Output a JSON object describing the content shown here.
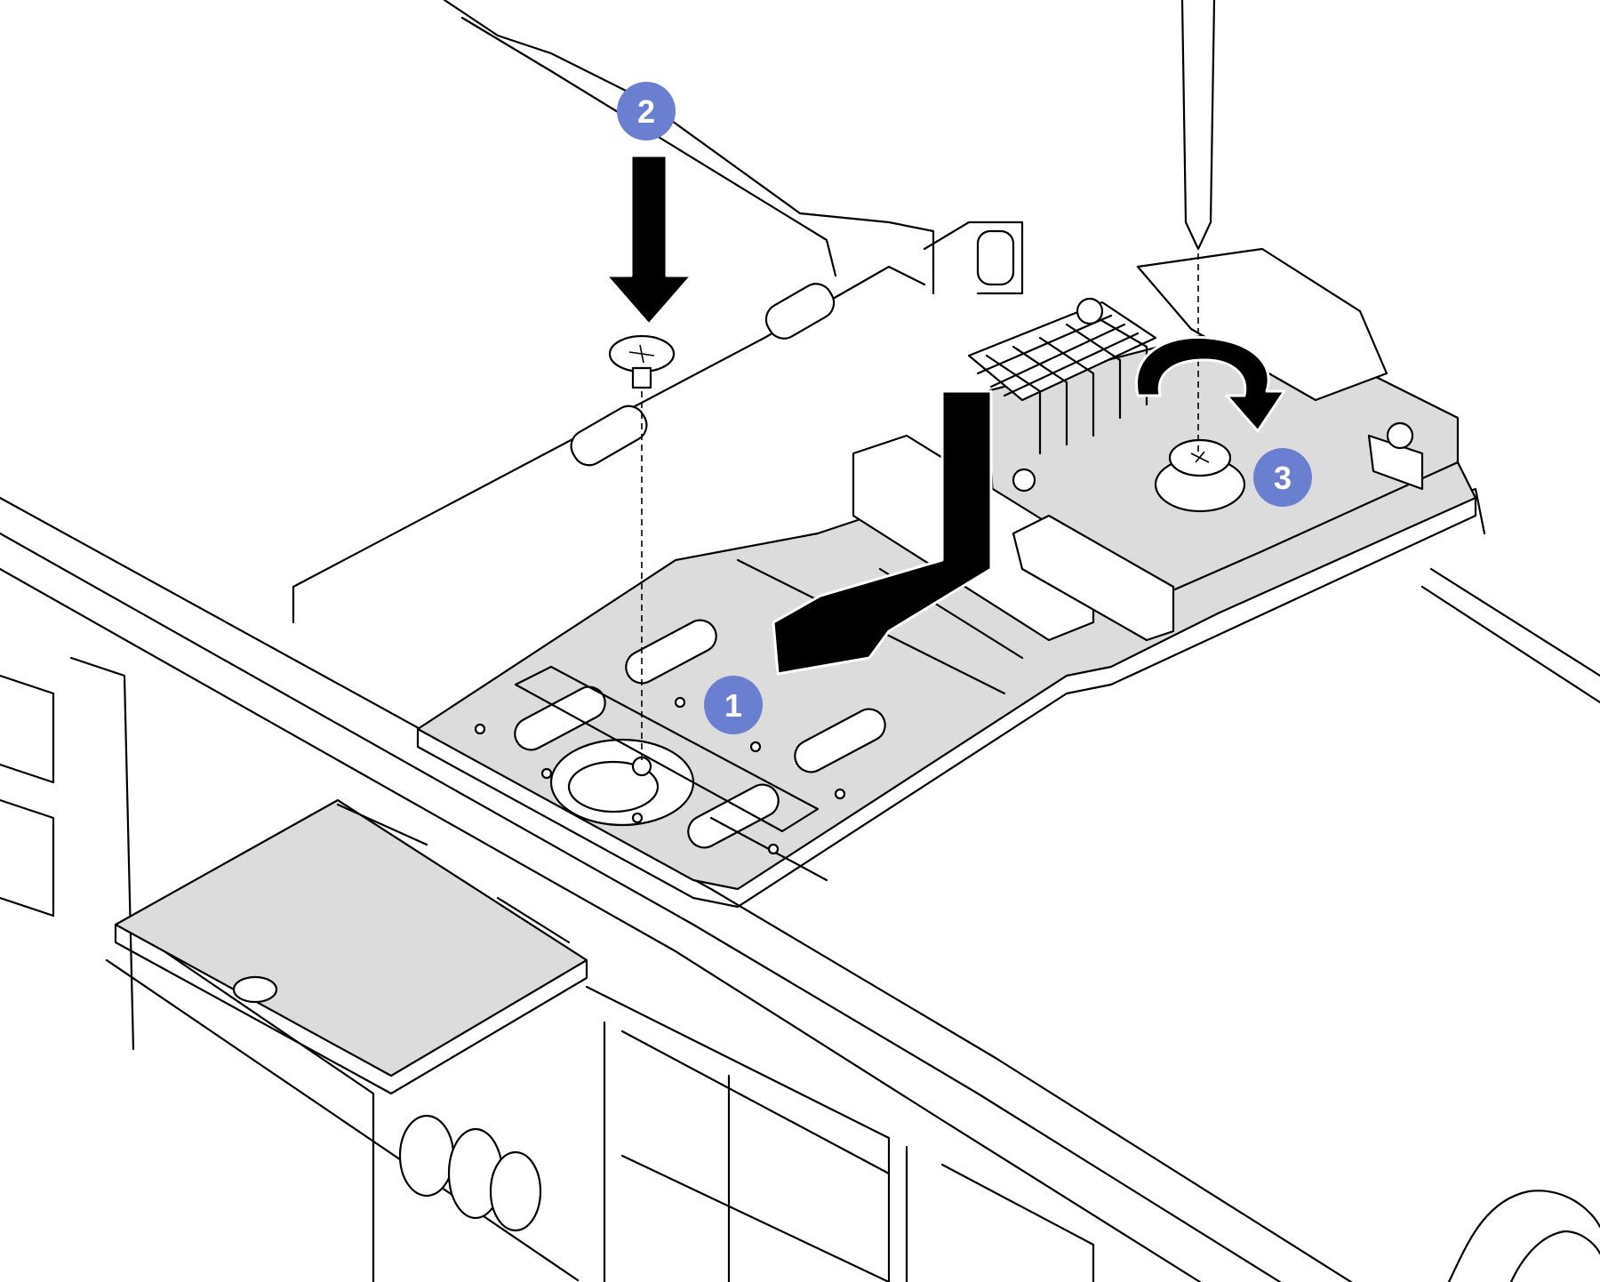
{
  "colors": {
    "plate": "#dcdcdc",
    "badge": "#6b7fd1",
    "badge_text": "#ffffff",
    "line": "#000000",
    "background": "#ffffff"
  },
  "steps": [
    {
      "number": "1",
      "icon": "arrow-left-icon"
    },
    {
      "number": "2",
      "icon": "arrow-down-icon"
    },
    {
      "number": "3",
      "icon": "rotate-clockwise-icon"
    }
  ]
}
